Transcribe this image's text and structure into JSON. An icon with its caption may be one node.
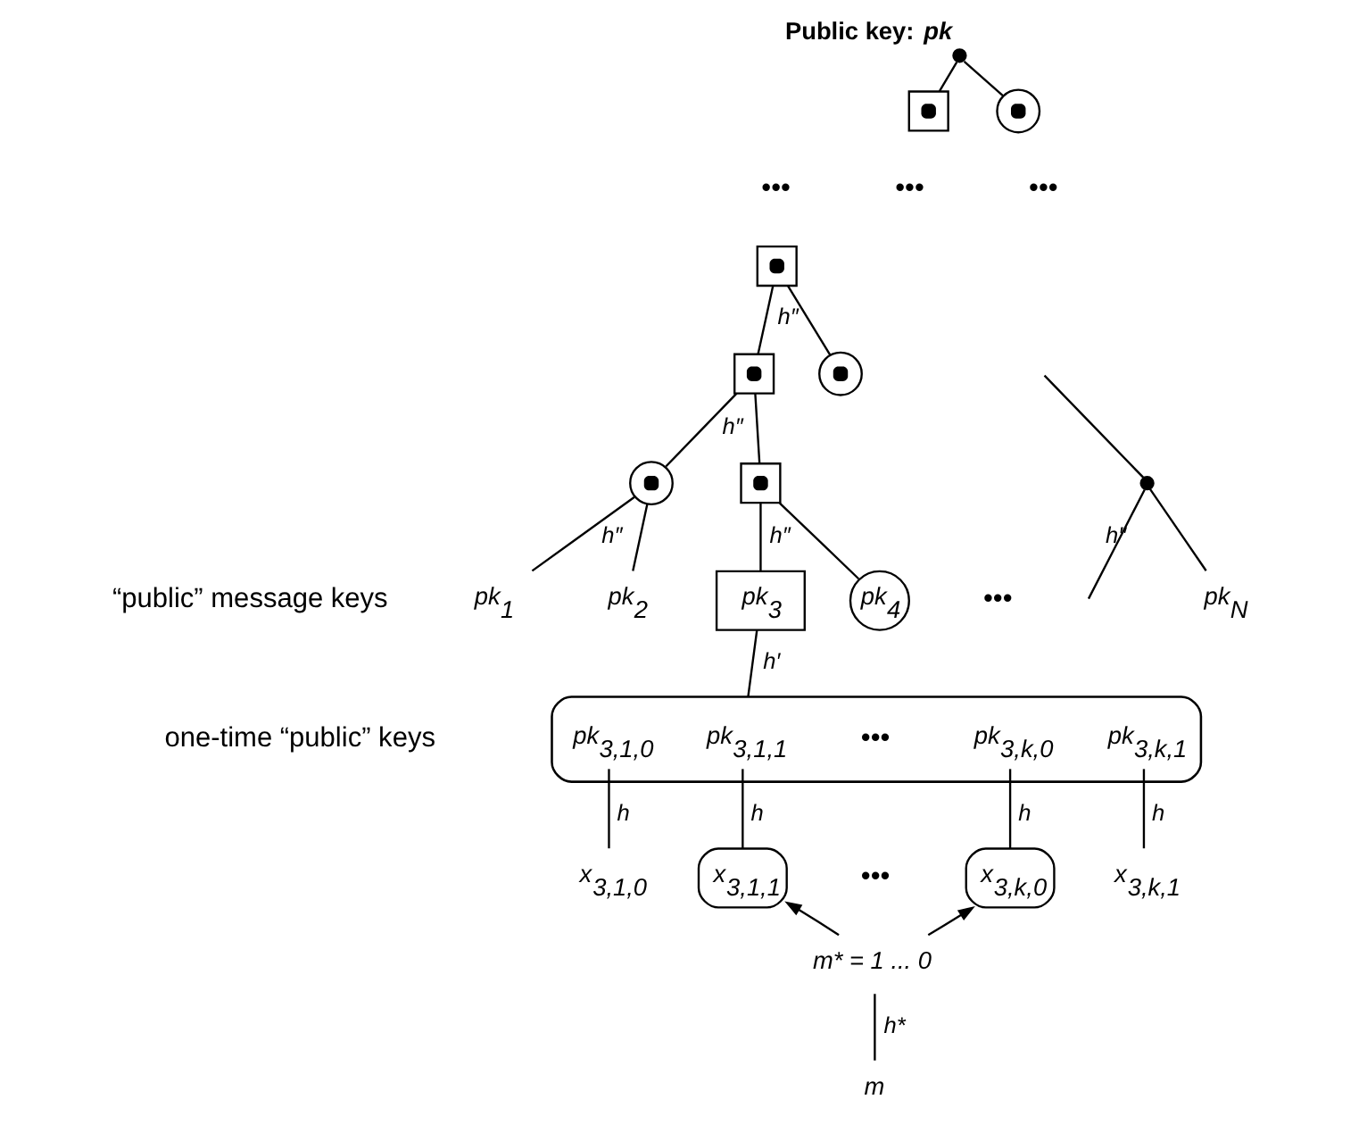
{
  "diagram": {
    "nodes": [
      {
        "text": [
          "Public key: *pk*"
        ]
      },
      {
        "text": [],
        "shape": "square"
      },
      {
        "text": [],
        "shape": "circle"
      },
      {
        "text": [],
        "shape": "square"
      },
      {
        "text": [],
        "shape": "square"
      },
      {
        "text": [],
        "shape": "circle"
      },
      {
        "text": [],
        "shape": "circle"
      },
      {
        "text": [],
        "shape": "square"
      },
      {
        "text": [],
        "shape": "dot"
      },
      {
        "text": [
          "pk$_{1}$"
        ]
      },
      {
        "text": [
          "pk$_{2}$"
        ]
      },
      {
        "text": [
          "pk$_{3}$"
        ]
      },
      {
        "text": [
          "pk$_{4}$"
        ]
      },
      {
        "text": [
          "pk$_{N}$"
        ]
      },
      {
        "text": [],
        "shape": "box"
      },
      {
        "text": [
          "pk$_{3,1,0}$"
        ],
        "in": 14
      },
      {
        "text": [
          "pk$_{3,1,1}$"
        ],
        "in": 14
      },
      {
        "text": [
          "pk$_{3,k,0}$"
        ],
        "in": 14
      },
      {
        "text": [
          "pk$_{3,k,1}$"
        ],
        "in": 14
      },
      {
        "text": [
          "x$_{3,1,0}$"
        ]
      },
      {
        "text": [
          "x$_{3,1,1}$"
        ]
      },
      {
        "text": [
          "x$_{3,k,0}$"
        ]
      },
      {
        "text": [
          "x$_{3,k,1}$"
        ]
      },
      {
        "text": [
          "m* = 1 ... 0"
        ]
      },
      {
        "text": [
          "m"
        ]
      }
    ],
    "edges": [
      {
        "from": 0,
        "to": 1,
        "arrow": "none"
      },
      {
        "from": 0,
        "to": 2,
        "arrow": "none"
      },
      {
        "from": 3,
        "to": 4,
        "arrow": "none",
        "label": "h″"
      },
      {
        "from": 3,
        "to": 5,
        "arrow": "none"
      },
      {
        "from": 4,
        "to": 6,
        "arrow": "none",
        "label": "h″"
      },
      {
        "from": 4,
        "to": 7,
        "arrow": "none"
      },
      {
        "from": null,
        "to": 8,
        "arrow": "none"
      },
      {
        "from": 6,
        "to": 9,
        "arrow": "none",
        "label": "h″"
      },
      {
        "from": 6,
        "to": 10,
        "arrow": "none"
      },
      {
        "from": 7,
        "to": 11,
        "arrow": "none",
        "label": "h″"
      },
      {
        "from": 7,
        "to": 12,
        "arrow": "none"
      },
      {
        "from": 8,
        "to": null,
        "arrow": "none",
        "label": "h″"
      },
      {
        "from": 8,
        "to": 13,
        "arrow": "none"
      },
      {
        "from": 11,
        "to": 14,
        "arrow": "none",
        "label": "h′"
      },
      {
        "from": 15,
        "to": 19,
        "arrow": "none",
        "label": "h"
      },
      {
        "from": 16,
        "to": 20,
        "arrow": "none",
        "label": "h"
      },
      {
        "from": 17,
        "to": 21,
        "arrow": "none",
        "label": "h"
      },
      {
        "from": 18,
        "to": 22,
        "arrow": "none",
        "label": "h"
      },
      {
        "from": 23,
        "to": 20,
        "arrow": "to"
      },
      {
        "from": 23,
        "to": 21,
        "arrow": "to"
      },
      {
        "from": 23,
        "to": 24,
        "arrow": "none",
        "label": "h*"
      }
    ],
    "labels": [
      "•••",
      "•••",
      "•••",
      "“public” message keys",
      "•••",
      "one-time “public” keys",
      "•••",
      "•••"
    ]
  }
}
